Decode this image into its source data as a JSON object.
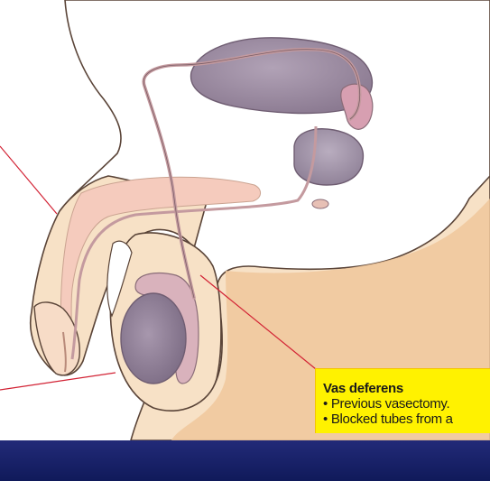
{
  "callout": {
    "title": "Vas deferens",
    "items": [
      "• Previous vasectomy.",
      "• Blocked tubes from a"
    ]
  },
  "colors": {
    "skin": "#f7e1c6",
    "skin_shadow": "#f0c79b",
    "outline": "#5a4438",
    "organ": "#9e8ea3",
    "duct": "#d9b2bc",
    "leader_line": "#d22234",
    "callout_bg": "#fff200",
    "bottom_bar": "#1a2068"
  }
}
